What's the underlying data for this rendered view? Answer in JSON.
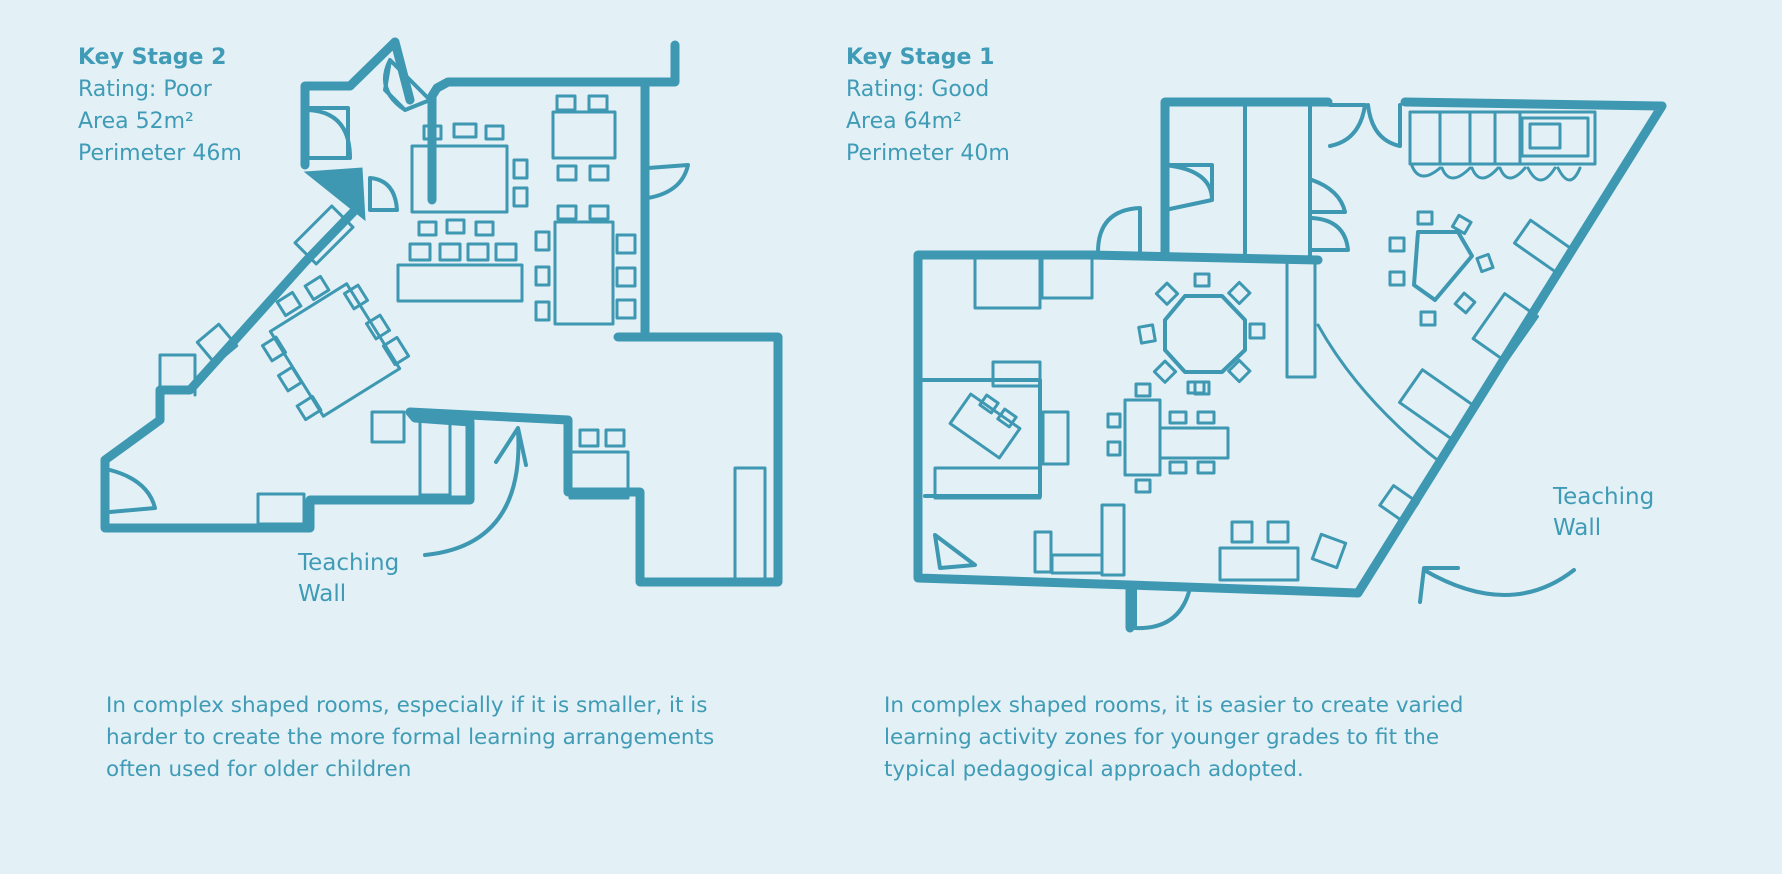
{
  "left": {
    "title": "Key Stage 2",
    "rating": "Rating: Poor",
    "area": "Area 52m²",
    "perimeter": "Perimeter 46m",
    "wall_label_line1": "Teaching",
    "wall_label_line2": "Wall",
    "caption_lines": [
      "In complex shaped rooms, especially if it is smaller, it is",
      "harder to create the more formal learning arrangements",
      "often used for older children"
    ]
  },
  "right": {
    "title": "Key Stage 1",
    "rating": "Rating: Good",
    "area": "Area 64m²",
    "perimeter": "Perimeter 40m",
    "wall_label_line1": "Teaching",
    "wall_label_line2": "Wall",
    "caption_lines": [
      "In complex shaped rooms, it is easier to create varied",
      "learning activity zones for younger grades to fit the",
      "typical pedagogical approach adopted."
    ]
  },
  "colors": {
    "background": "#e3f1f6",
    "ink": "#3e98b2",
    "text": "#3f9bb6"
  }
}
